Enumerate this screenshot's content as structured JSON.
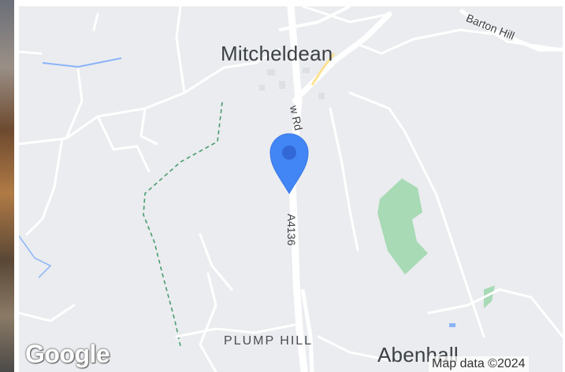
{
  "map": {
    "places": {
      "mitcheldean": "Mitcheldean",
      "plump_hill": "PLUMP HILL",
      "abenhall": "Abenhall"
    },
    "roads": {
      "barton_hill": "Barton Hill",
      "a4136": "A4136",
      "w_rd": "w Rd"
    },
    "attribution": "Map data ©2024",
    "logo": "Google",
    "colors": {
      "land": "#eaecef",
      "road": "#ffffff",
      "park": "#a8dab5",
      "water": "#8ab4f8",
      "footpath": "#4a9b6e",
      "pin": "#4285f4",
      "pin_dot": "#3367d6",
      "yellow_road": "#fde293"
    },
    "icons": [
      "location-pin-icon",
      "google-logo"
    ]
  }
}
